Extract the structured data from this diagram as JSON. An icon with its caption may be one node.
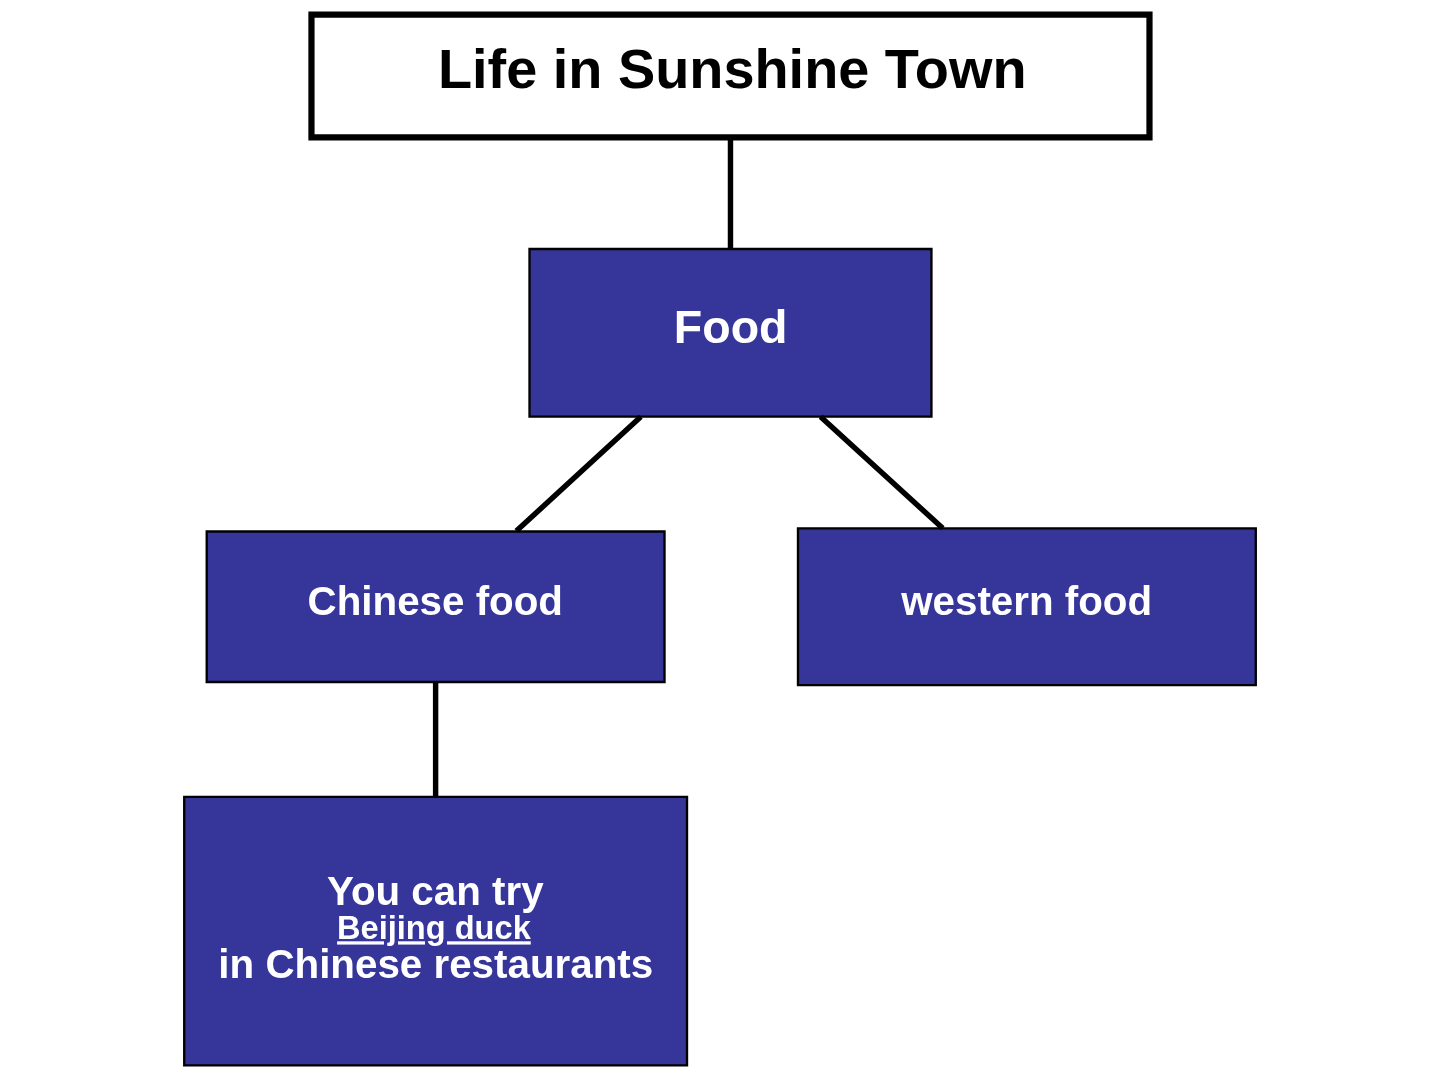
{
  "diagram": {
    "nodes": [
      {
        "text": [
          "Life in Sunshine Town"
        ]
      },
      {
        "text": [
          "Food"
        ]
      },
      {
        "text": [
          "Chinese food"
        ]
      },
      {
        "text": [
          "western food"
        ]
      },
      {
        "text": [
          "You can try",
          "Beijing duck",
          "in Chinese restaurants"
        ]
      }
    ],
    "edges": [
      {
        "from": 0,
        "to": 1,
        "arrow": "none"
      },
      {
        "from": 1,
        "to": 2,
        "arrow": "none"
      },
      {
        "from": 1,
        "to": 3,
        "arrow": "none"
      },
      {
        "from": 2,
        "to": 4,
        "arrow": "none"
      }
    ]
  }
}
